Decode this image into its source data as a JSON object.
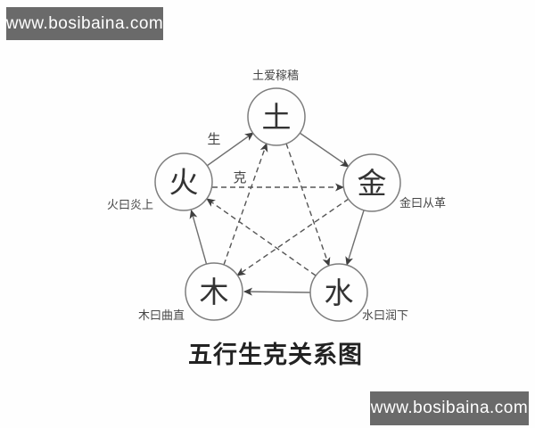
{
  "watermark": {
    "text": "www.bosibaina.com",
    "bg_color": "#6a6a6a",
    "text_color": "#ffffff"
  },
  "title": "五行生克关系图",
  "labels": {
    "generate": "生",
    "overcome": "克"
  },
  "elements": [
    {
      "name": "earth",
      "char": "土",
      "motto": "土爱稼穑"
    },
    {
      "name": "fire",
      "char": "火",
      "motto": "火曰炎上"
    },
    {
      "name": "metal",
      "char": "金",
      "motto": "金曰从革"
    },
    {
      "name": "wood",
      "char": "木",
      "motto": "木曰曲直"
    },
    {
      "name": "water",
      "char": "水",
      "motto": "水曰润下"
    }
  ],
  "relations": {
    "generating_cycle": [
      "木→火",
      "火→土",
      "土→金",
      "金→水",
      "水→木"
    ],
    "overcoming_cycle": [
      "火→金",
      "金→木",
      "木→土",
      "土→水",
      "水→火"
    ]
  },
  "colors": {
    "solid_line": "#6f6f6f",
    "dashed_line": "#565656",
    "circle_stroke": "#7d7d7d",
    "text": "#3a3a3a",
    "background": "#fefefe"
  }
}
